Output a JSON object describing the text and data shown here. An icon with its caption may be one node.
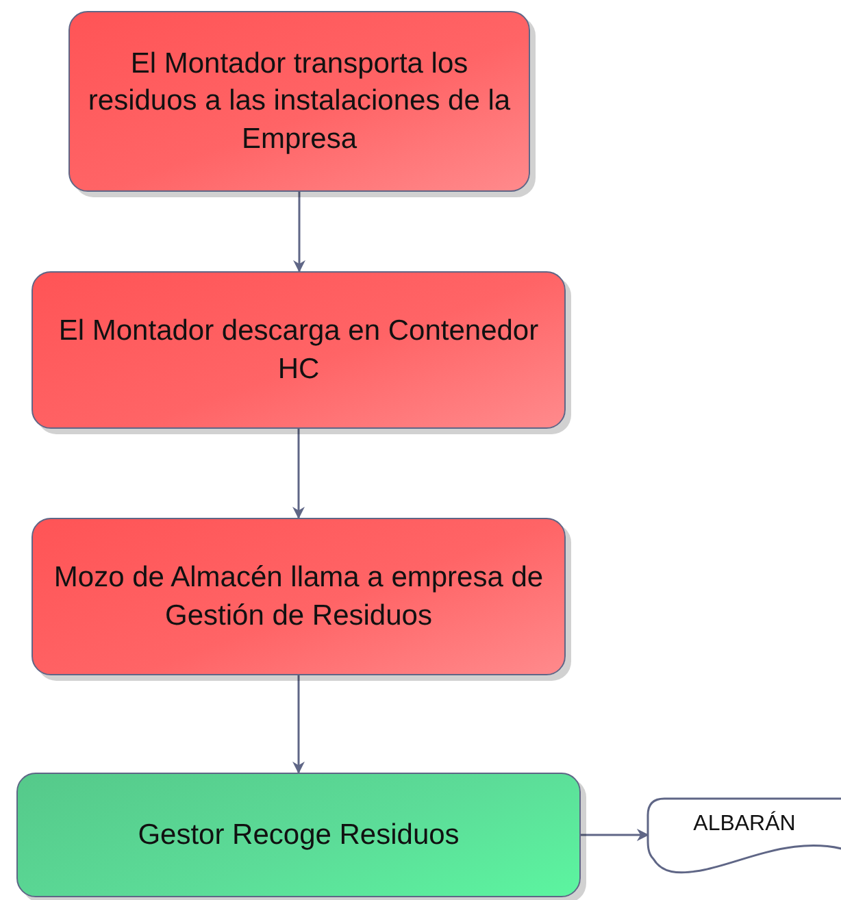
{
  "diagram": {
    "nodes": [
      {
        "text": [
          "El Montador transporta los residuos a las instalaciones de la Empresa"
        ]
      },
      {
        "text": [
          "El Montador descarga en Contenedor HC"
        ]
      },
      {
        "text": [
          "Mozo de Almacén llama a empresa de Gestión de Residuos"
        ]
      },
      {
        "text": [
          "Gestor Recoge Residuos"
        ]
      },
      {
        "text": [
          "ALBARÁN"
        ]
      }
    ],
    "edges": [
      {
        "from": 0,
        "to": 1,
        "arrow": "to"
      },
      {
        "from": 1,
        "to": 2,
        "arrow": "to"
      },
      {
        "from": 2,
        "to": 3,
        "arrow": "to"
      },
      {
        "from": 3,
        "to": 4,
        "arrow": "to"
      }
    ]
  }
}
